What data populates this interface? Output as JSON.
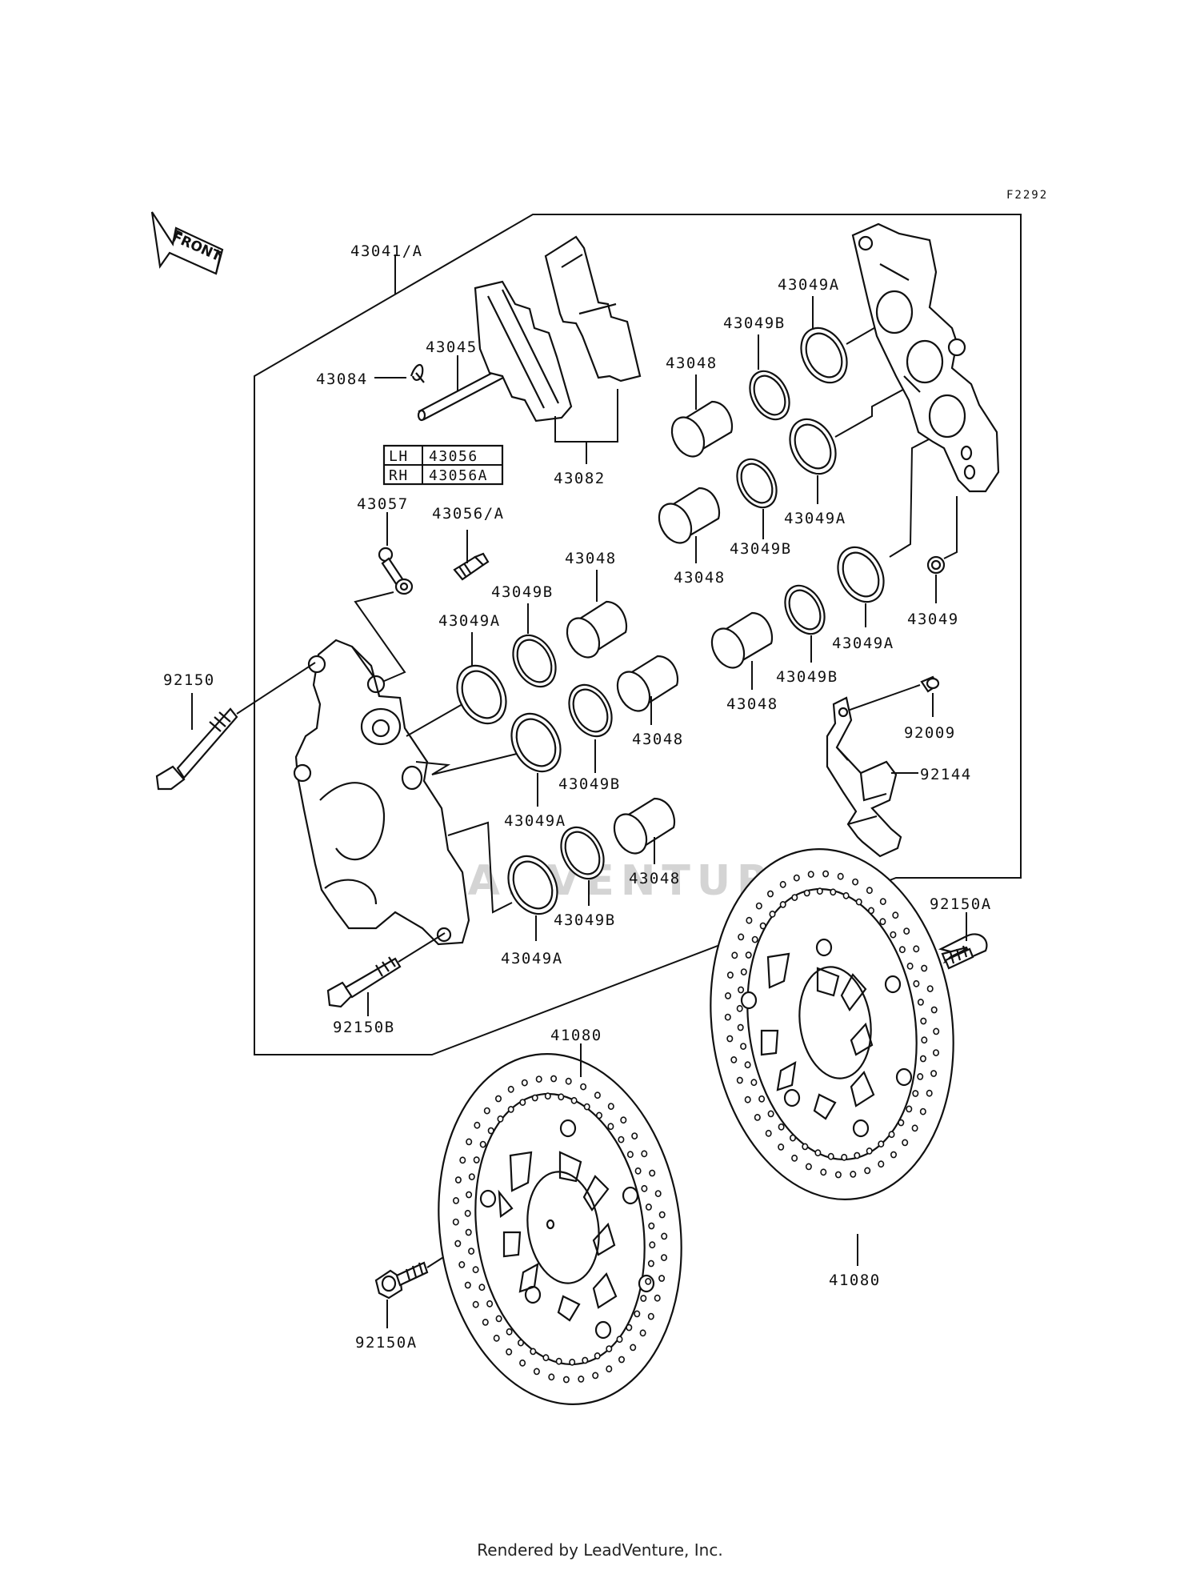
{
  "diagram": {
    "code": "F2292",
    "front_label": "FRONT",
    "watermark": "LEADVENTURE",
    "footer": "Rendered by LeadVenture, Inc.",
    "table": {
      "rows": [
        {
          "side": "LH",
          "part": "43056"
        },
        {
          "side": "RH",
          "part": "43056A"
        }
      ]
    },
    "labels": {
      "caliper_assy": "43041/A",
      "pin_clip": "43084",
      "pad_pin": "43045",
      "pads": "43082",
      "bleeder": "43056/A",
      "bleeder_cap": "43057",
      "bolt_upper": "92150",
      "bolt_lower": "92150B",
      "seal_a_1": "43049A",
      "seal_a_2": "43049A",
      "seal_a_3": "43049A",
      "seal_a_4": "43049A",
      "seal_a_5": "43049A",
      "seal_b_1": "43049B",
      "seal_b_2": "43049B",
      "seal_b_3": "43049B",
      "seal_b_4": "43049B",
      "seal_b_5": "43049B",
      "piston_1": "43048",
      "piston_2": "43048",
      "piston_3": "43048",
      "piston_4": "43048",
      "piston_5": "43048",
      "piston_6": "43048",
      "oring": "43049",
      "screw": "92009",
      "bracket": "92144",
      "disc_bolt_right": "92150A",
      "disc_bolt_left": "92150A",
      "disc_left": "41080",
      "disc_right": "41080"
    }
  }
}
